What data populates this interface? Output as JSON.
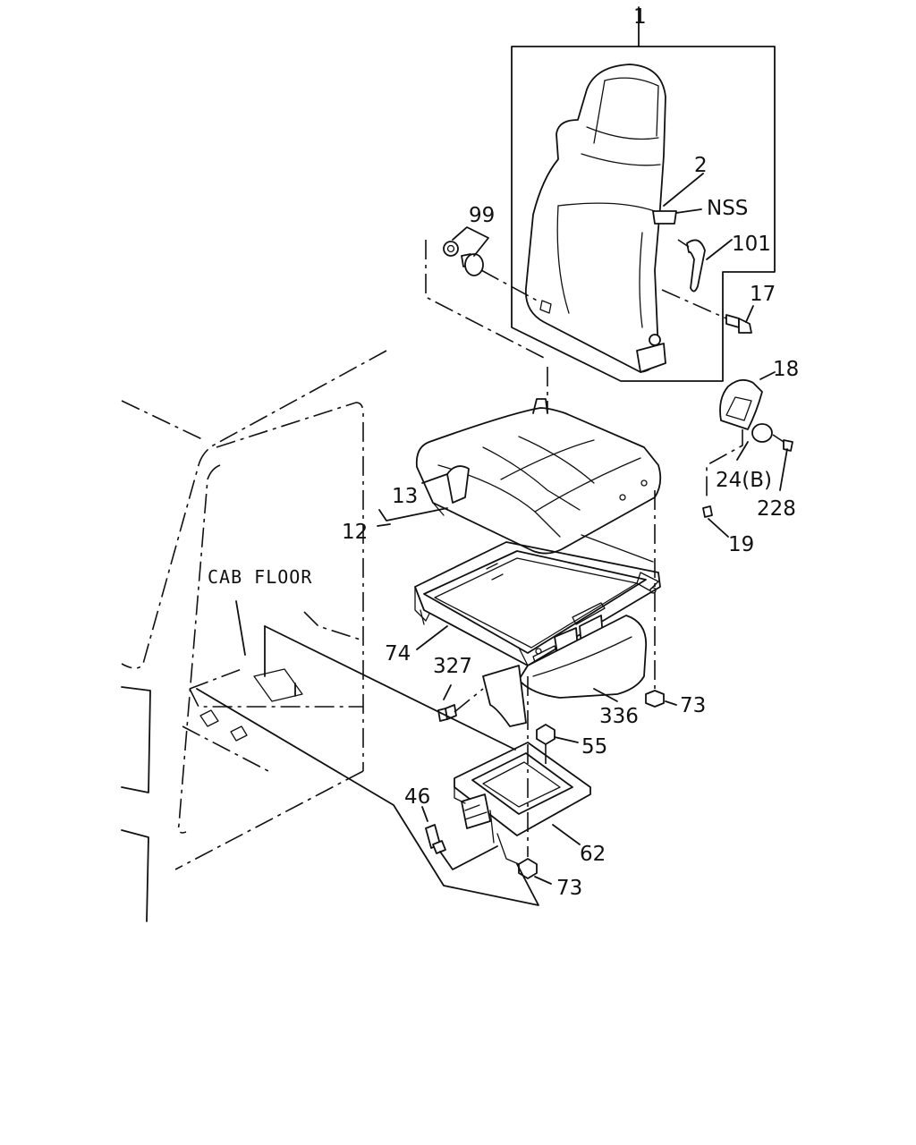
{
  "diagram": {
    "labels": {
      "l1": "1",
      "l2": "2",
      "nss": "NSS",
      "l99": "99",
      "l101": "101",
      "l17": "17",
      "l18": "18",
      "l24b": "24(B)",
      "l228": "228",
      "l19": "19",
      "l13": "13",
      "l12": "12",
      "cab_floor": "CAB FLOOR",
      "l74": "74",
      "l327": "327",
      "l336": "336",
      "l73a": "73",
      "l55": "55",
      "l46": "46",
      "l62": "62",
      "l73b": "73"
    }
  }
}
